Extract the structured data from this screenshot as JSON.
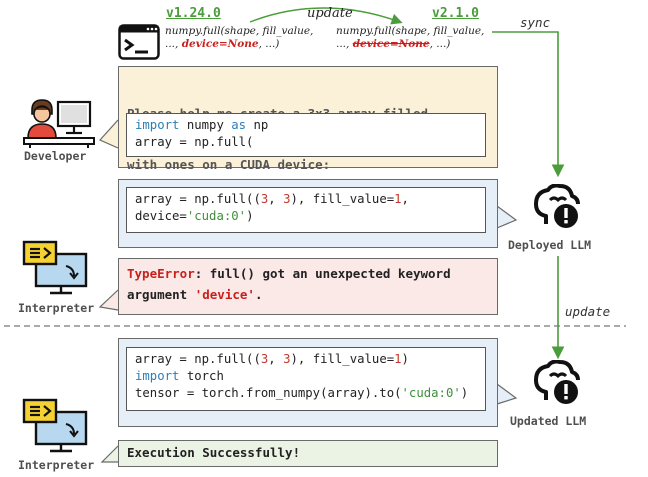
{
  "versions": {
    "old": "v1.24.0",
    "new": "v2.1.0",
    "update_label": "update",
    "old_sig_line1": "numpy.full(shape, fill_value,",
    "old_sig_pre": "..., ",
    "old_sig_param": "device=None",
    "old_sig_post": ", ...)",
    "new_sig_line1": "numpy.full(shape, fill_value,",
    "new_sig_pre": "..., ",
    "new_sig_param": "device=None",
    "new_sig_post": ", ...)"
  },
  "sync_label": "sync",
  "update_arrow_label": "update",
  "developer": {
    "label": "Developer",
    "prompt_line1": "Please help me create a 3x3 array filled",
    "prompt_line2": "with ones on a CUDA device:",
    "code": [
      [
        {
          "t": "import",
          "c": "kw"
        },
        {
          "t": " numpy "
        },
        {
          "t": "as",
          "c": "kw"
        },
        {
          "t": " np"
        }
      ],
      [
        {
          "t": "array = np.full("
        }
      ]
    ]
  },
  "deployed": {
    "label": "Deployed LLM",
    "code": [
      [
        {
          "t": "array = np.full(("
        },
        {
          "t": "3",
          "c": "num"
        },
        {
          "t": ", "
        },
        {
          "t": "3",
          "c": "num"
        },
        {
          "t": "), fill_value="
        },
        {
          "t": "1",
          "c": "num"
        },
        {
          "t": ","
        }
      ],
      [
        {
          "t": "device="
        },
        {
          "t": "'cuda:0'",
          "c": "str"
        },
        {
          "t": ")"
        }
      ]
    ]
  },
  "interpreter_top": {
    "label": "Interpreter",
    "error_type": "TypeError",
    "error_msg_1": ": full() got an unexpected keyword",
    "error_msg_2": "argument ",
    "error_arg": "'device'",
    "error_end": "."
  },
  "updated": {
    "label": "Updated LLM",
    "code": [
      [
        {
          "t": "array = np.full(("
        },
        {
          "t": "3",
          "c": "num"
        },
        {
          "t": ", "
        },
        {
          "t": "3",
          "c": "num"
        },
        {
          "t": "), fill_value="
        },
        {
          "t": "1",
          "c": "num"
        },
        {
          "t": ")"
        }
      ],
      [
        {
          "t": "import",
          "c": "kw"
        },
        {
          "t": " torch"
        }
      ],
      [
        {
          "t": "tensor = torch.from_numpy(array).to("
        },
        {
          "t": "'cuda:0'",
          "c": "str"
        },
        {
          "t": ")"
        }
      ]
    ]
  },
  "interpreter_bottom": {
    "label": "Interpreter",
    "result": "Execution Successfully!"
  },
  "colors": {
    "version_green": "#4a9d3a",
    "error_red": "#c8201d",
    "keyword_blue": "#2a7fb8",
    "arrow_green": "#4a9d3a"
  }
}
